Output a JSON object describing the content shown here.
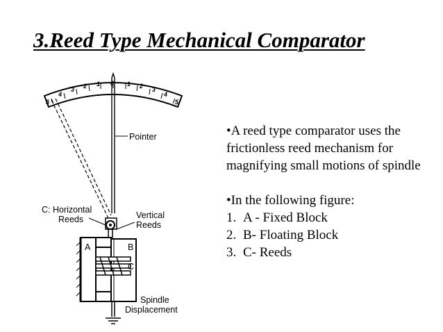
{
  "slide": {
    "title": "3.Reed Type Mechanical Comparator",
    "bullet1": "•A reed type comparator uses the frictionless reed mechanism for magnifying small motions of spindle",
    "bullet2": "•In the following figure:",
    "list": [
      {
        "num": "1.",
        "text": "A - Fixed Block"
      },
      {
        "num": "2.",
        "text": "B- Floating Block"
      },
      {
        "num": "3.",
        "text": "C- Reeds"
      }
    ]
  },
  "figure": {
    "scale_numbers": [
      "5",
      "4",
      "3",
      "2",
      "1",
      "0",
      "1",
      "2",
      "3",
      "4",
      "5"
    ],
    "labels": {
      "pointer": "Pointer",
      "horizontal_reeds_line1": "C: Horizontal",
      "horizontal_reeds_line2": "Reeds",
      "vertical_reeds_line1": "Vertical",
      "vertical_reeds_line2": "Reeds",
      "block_a": "A",
      "block_b": "B",
      "block_c": "C",
      "spindle_line1": "Spindle",
      "spindle_line2": "Displacement"
    }
  }
}
